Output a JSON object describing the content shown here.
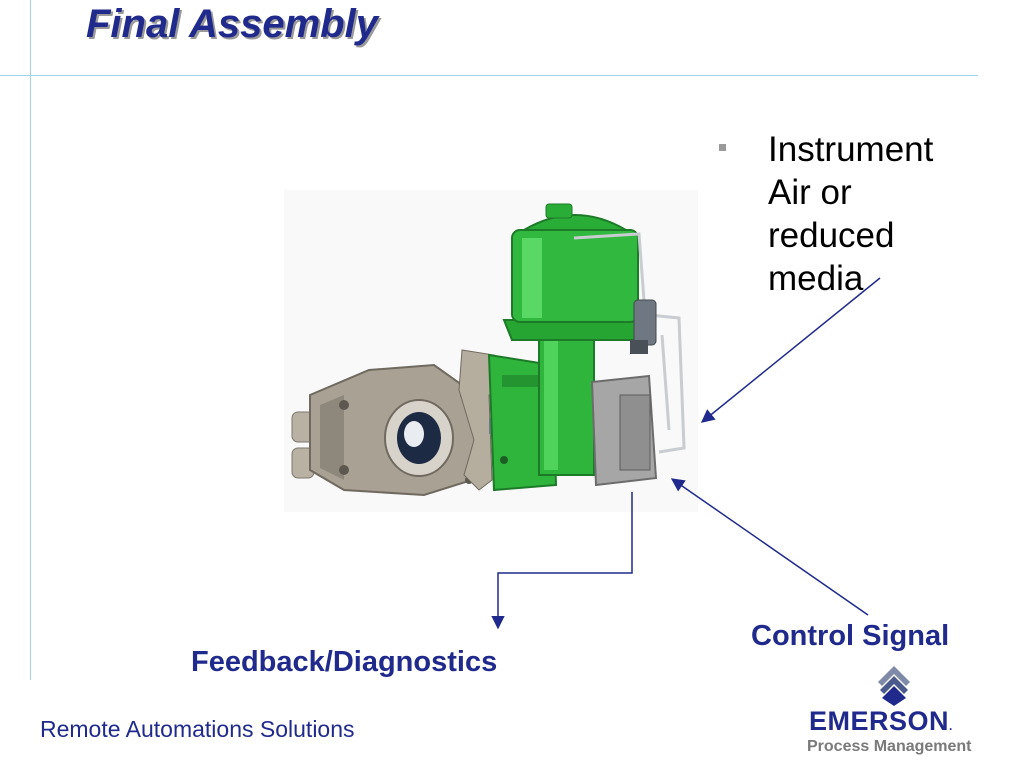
{
  "slide": {
    "title": "Final Assembly",
    "bullets": [
      "Instrument Air or reduced media"
    ],
    "labels": {
      "control_signal": "Control Signal",
      "feedback": "Feedback/Diagnostics"
    },
    "footer": "Remote Automations Solutions"
  },
  "logo": {
    "name": "EMERSON",
    "tm": ".",
    "sub": "Process Management"
  },
  "colors": {
    "title_blue": "#1f2a8c",
    "actuator_green": "#2fb53c",
    "body_steel": "#a9a294",
    "positioner_gray": "#a6a6a6",
    "guide_line_blue": "#9fd3ec"
  }
}
